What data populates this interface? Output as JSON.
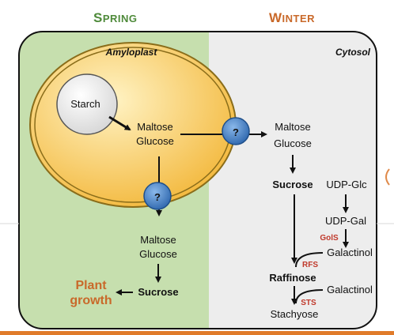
{
  "headings": {
    "spring_first": "S",
    "spring_rest": "PRING",
    "winter_first": "W",
    "winter_rest": "INTER"
  },
  "compartments": {
    "amyloplast": "Amyloplast",
    "cytosol": "Cytosol"
  },
  "nodes": {
    "starch": "Starch",
    "plastid_maltose": "Maltose",
    "plastid_glucose": "Glucose",
    "cyt_maltose": "Maltose",
    "cyt_glucose": "Glucose",
    "spring_maltose": "Maltose",
    "spring_glucose": "Glucose",
    "spring_sucrose": "Sucrose",
    "plant_growth_1": "Plant",
    "plant_growth_2": "growth",
    "winter_sucrose": "Sucrose",
    "udp_glc": "UDP-Glc",
    "udp_gal": "UDP-Gal",
    "galactinol_1": "Galactinol",
    "raffinose": "Raffinose",
    "galactinol_2": "Galactinol",
    "stachyose": "Stachyose"
  },
  "enzymes": {
    "gols": "GolS",
    "rfs": "RFS",
    "sts": "STS"
  },
  "transporters": {
    "unknown_1": "?",
    "unknown_2": "?"
  },
  "colors": {
    "spring_bg": "#c6dfae",
    "winter_bg": "#ededed",
    "plastid_fill": "#f6c85a",
    "transporter": "#3f7cc0",
    "accent_orange": "#c9692a",
    "accent_green": "#4e8a3a",
    "enzyme_red": "#c0392b"
  }
}
